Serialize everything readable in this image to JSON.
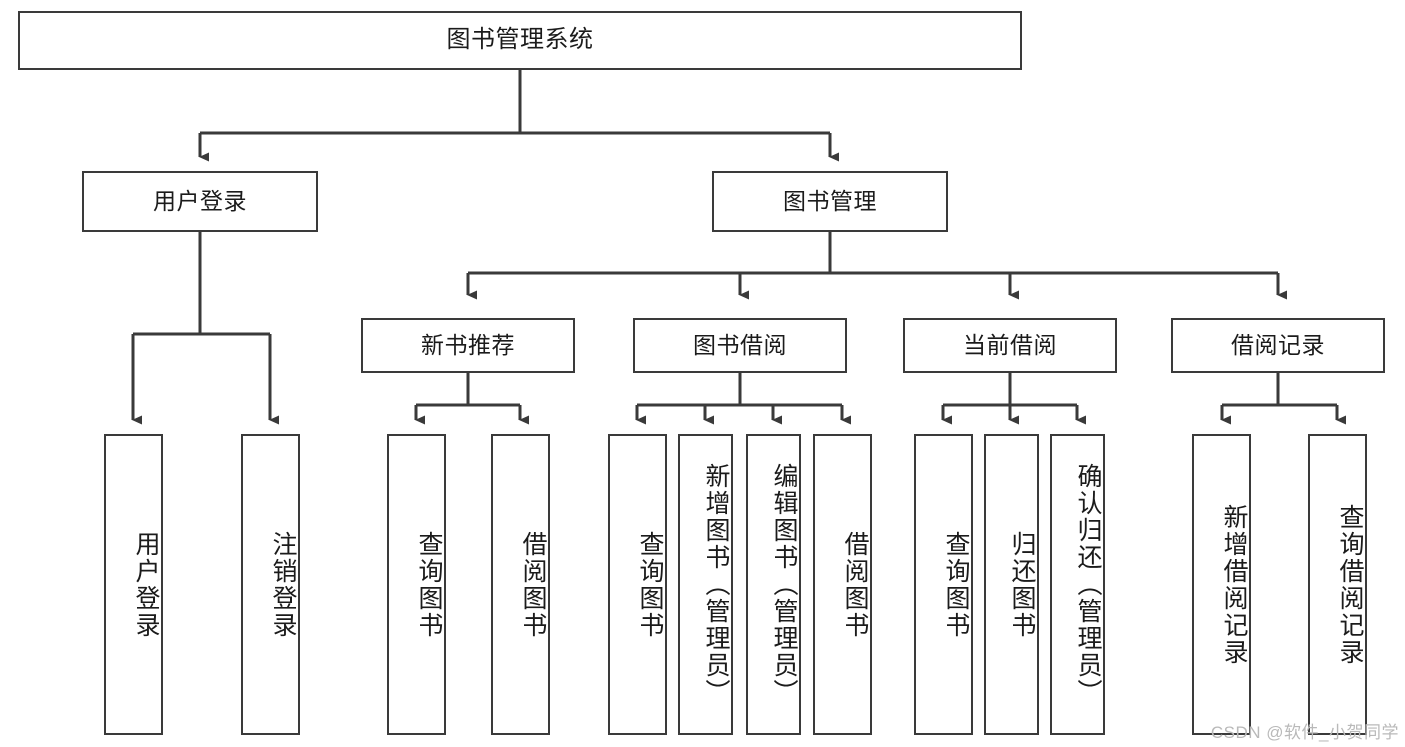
{
  "diagram": {
    "type": "tree-hierarchy-chart",
    "title": "图书管理系统",
    "orientation": "top-down",
    "line_color": "#3a3a3a",
    "box_fill": "#ffffff",
    "text_color": "#1b1b1b"
  },
  "root": {
    "label": "图书管理系统"
  },
  "level2": [
    {
      "label": "用户登录"
    },
    {
      "label": "图书管理"
    }
  ],
  "level3": [
    {
      "label": "新书推荐"
    },
    {
      "label": "图书借阅"
    },
    {
      "label": "当前借阅"
    },
    {
      "label": "借阅记录"
    }
  ],
  "leaves": {
    "user_login": [
      {
        "label": "用户登录"
      },
      {
        "label": "注销登录"
      }
    ],
    "new_book_recommend": [
      {
        "label": "查询图书"
      },
      {
        "label": "借阅图书"
      }
    ],
    "book_borrow": [
      {
        "label": "查询图书"
      },
      {
        "label": "新增图书（管理员）"
      },
      {
        "label": "编辑图书（管理员）"
      },
      {
        "label": "借阅图书"
      }
    ],
    "current_borrow": [
      {
        "label": "查询图书"
      },
      {
        "label": "归还图书"
      },
      {
        "label": "确认归还（管理员）"
      }
    ],
    "borrow_record": [
      {
        "label": "新增借阅记录"
      },
      {
        "label": "查询借阅记录"
      }
    ]
  },
  "watermark": {
    "text": "CSDN @软件_小贺同学"
  }
}
